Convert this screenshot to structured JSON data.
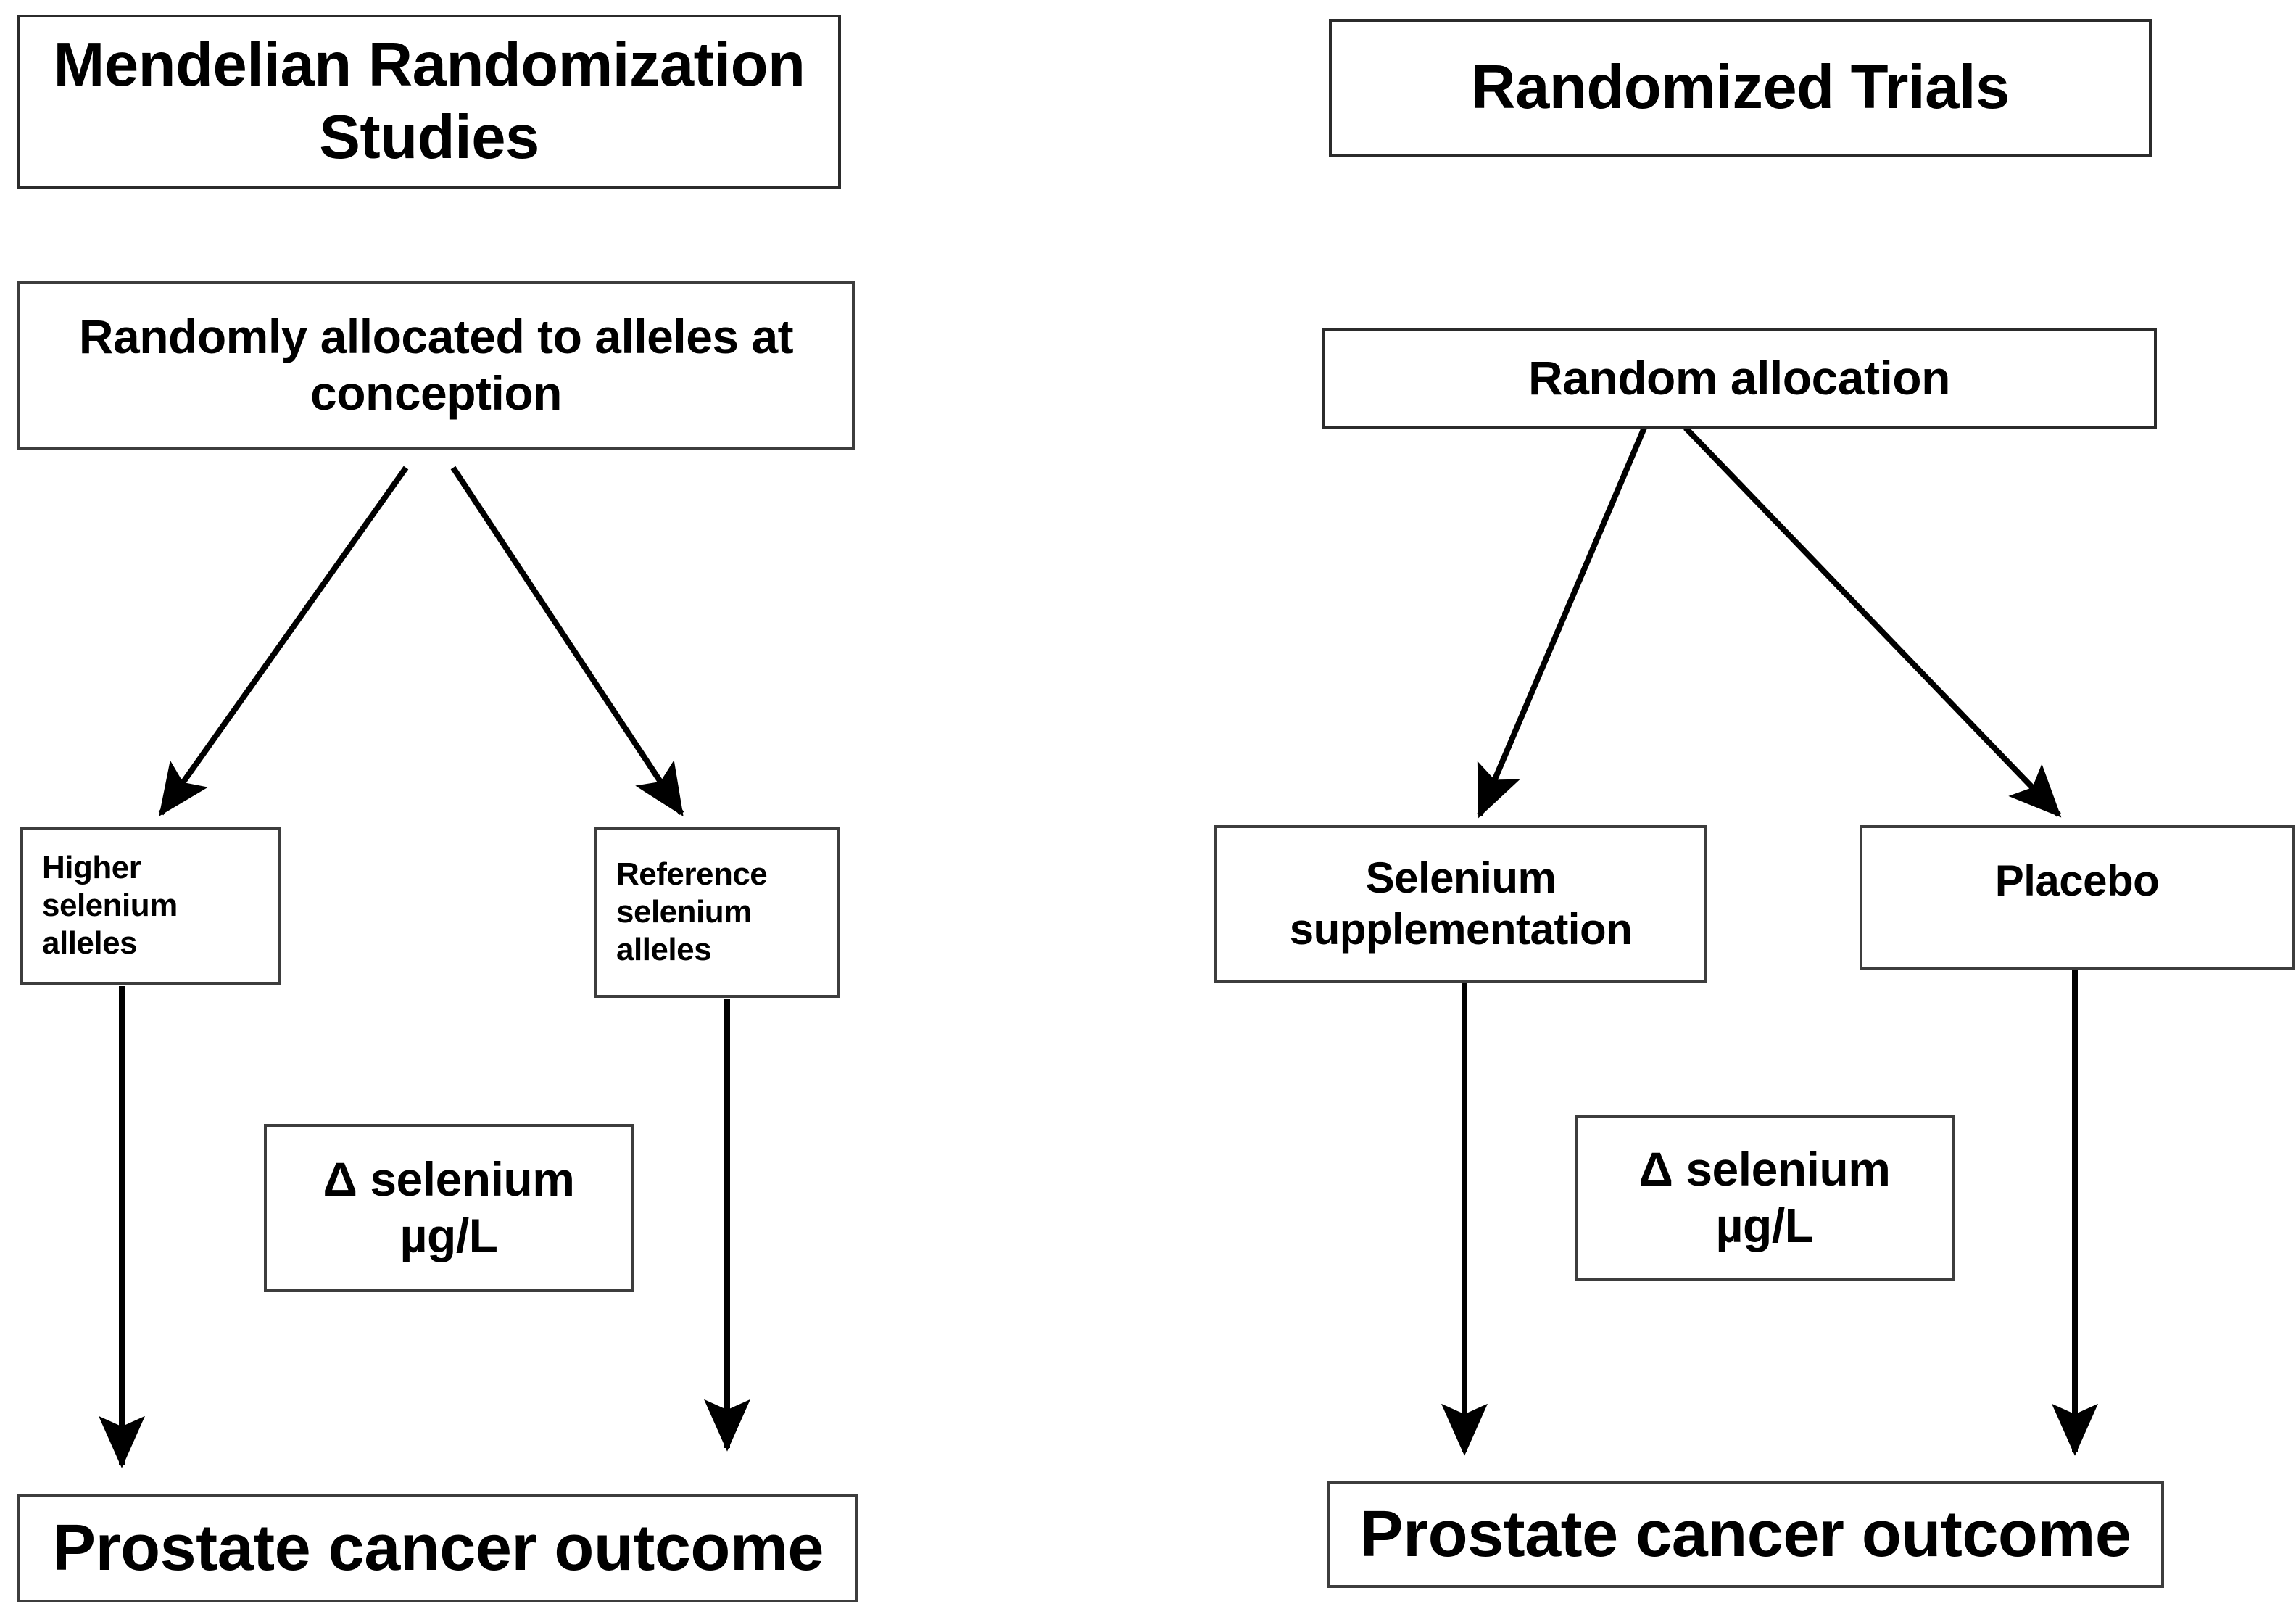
{
  "diagram": {
    "title_left": "Mendelian Randomization Studies",
    "title_right": "Randomized Trials",
    "panels": [
      {
        "id": "mendelian-randomization",
        "header": "Mendelian Randomization Studies",
        "allocation": "Randomly allocated to alleles at conception",
        "arm_left": "Higher selenium alleles",
        "arm_right": "Reference selenium alleles",
        "exposure_label": "Δ selenium µg/L",
        "exposure_line1": "Δ selenium",
        "exposure_line2": "µg/L",
        "outcome": "Prostate cancer outcome"
      },
      {
        "id": "randomized-trials",
        "header": "Randomized Trials",
        "allocation": "Random allocation",
        "arm_left": "Selenium supplementation",
        "arm_right": "Placebo",
        "exposure_label": "Δ selenium µg/L",
        "exposure_line1": "Δ selenium",
        "exposure_line2": "µg/L",
        "outcome": "Prostate cancer outcome"
      }
    ],
    "colors": {
      "background": "#ffffff",
      "box_border": "#3d3d3d",
      "box_border_dark": "#2b2b2b",
      "text": "#000000",
      "arrow": "#000000"
    },
    "edges": [
      {
        "name": "mr-allocation-to-higher-alleles",
        "from": "allocation-left",
        "to": "arm-higher-selenium-alleles"
      },
      {
        "name": "mr-allocation-to-reference-alleles",
        "from": "allocation-left",
        "to": "arm-reference-selenium-alleles"
      },
      {
        "name": "mr-higher-alleles-to-outcome",
        "from": "arm-higher-selenium-alleles",
        "to": "outcome-left"
      },
      {
        "name": "mr-reference-alleles-to-outcome",
        "from": "arm-reference-selenium-alleles",
        "to": "outcome-left"
      },
      {
        "name": "rt-allocation-to-supplementation",
        "from": "allocation-right",
        "to": "arm-selenium-supplementation"
      },
      {
        "name": "rt-allocation-to-placebo",
        "from": "allocation-right",
        "to": "arm-placebo"
      },
      {
        "name": "rt-supplementation-to-outcome",
        "from": "arm-selenium-supplementation",
        "to": "outcome-right"
      },
      {
        "name": "rt-placebo-to-outcome",
        "from": "arm-placebo",
        "to": "outcome-right"
      }
    ]
  }
}
